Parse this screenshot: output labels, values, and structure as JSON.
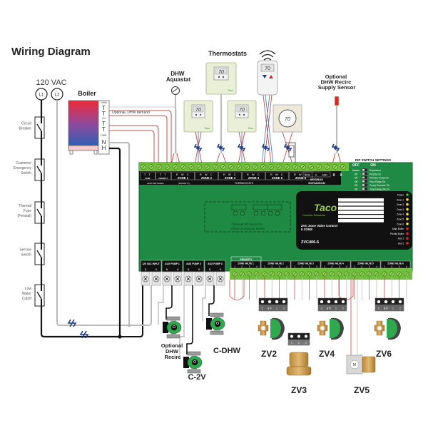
{
  "title": "Wiring Diagram",
  "power": {
    "label": "120 VAC",
    "lines": [
      "L1",
      "L2"
    ]
  },
  "safety_switches": [
    {
      "label": [
        "Circuit",
        "Breaker"
      ]
    },
    {
      "label": [
        "Customer",
        "Emergency",
        "Switch"
      ]
    },
    {
      "label": [
        "Thermal",
        "Fuse",
        "(Fenwal)"
      ]
    },
    {
      "label": [
        "Service",
        "Switch"
      ]
    },
    {
      "label": [
        "Low",
        "Water",
        "Cutoff"
      ]
    }
  ],
  "boiler": {
    "label": "Boiler",
    "terminals": [
      "DHW",
      "T",
      "T",
      "CH",
      "T",
      "T",
      "PWR",
      "N",
      "H"
    ],
    "optional_dhw_label": "Optional, DHW demand"
  },
  "devices": {
    "dhw_aquastat": [
      "DHW",
      "Aquastat"
    ],
    "thermostats_label": "Thermostats",
    "thermostat_reading": "70",
    "dhw_recirc_sensor": [
      "Optional",
      "DHW Recirc",
      "Supply Sensor"
    ]
  },
  "control": {
    "top_terminal_groups": [
      {
        "terminals": "T T",
        "label": "DHW"
      },
      {
        "terminals": "T T",
        "label": "PRIORITY"
      },
      {
        "terminals": "R W C",
        "label": "ZONE 1"
      },
      {
        "terminals": "R W C",
        "label": "ZONE 2"
      },
      {
        "terminals": "R W C",
        "label": "ZONE 3"
      },
      {
        "terminals": "R W C",
        "label": "ZONE 4"
      },
      {
        "terminals": "R W C",
        "label": "ZONE 5"
      },
      {
        "terminals": "R W C",
        "label": "ZONE 6"
      }
    ],
    "sublabels": {
      "end_switches": "END SWITCHES",
      "priority": "(PRIORITY)",
      "thermostats": "THERMOSTATS"
    },
    "modbus": {
      "terminals": [
        "COM",
        "A",
        "GND"
      ],
      "label": [
        "MODBUS",
        "EXPANSION"
      ]
    },
    "xx": [
      "X",
      "X"
    ],
    "dip": {
      "title": "DIP SWITCH SETTINGS",
      "off_label": "OFF",
      "on_label": "ON",
      "rows": [
        {
          "off": "Master",
          "on": "Expansion"
        },
        {
          "off": "Off",
          "on": "Priority On"
        },
        {
          "off": "Off",
          "on": "Primary Pump On"
        },
        {
          "off": "Off",
          "on": "Post Purge On"
        },
        {
          "off": "Off",
          "on": "Pump Exercise On"
        },
        {
          "off": "Off",
          "on": "Time Delay 3/4 ZV"
        }
      ]
    },
    "io_board": [
      "Optional I/O Board for",
      "Indoor & Outdoor Reset"
    ],
    "label_panel": {
      "brand": "Taco",
      "tagline": "Comfort Solutions",
      "product": [
        "ZVC Zone Valve Control",
        "6 ZONE"
      ],
      "model": "ZVC406-5",
      "leds": [
        {
          "label": "Power",
          "color": "#2ecc40"
        },
        {
          "label": "Zone 1",
          "color": "#f5e02a"
        },
        {
          "label": "Zone 2",
          "color": "#f5e02a"
        },
        {
          "label": "Zone 3",
          "color": "#f5e02a"
        },
        {
          "label": "Zone 4",
          "color": "#f5e02a"
        },
        {
          "label": "Zone 5",
          "color": "#f5e02a"
        },
        {
          "label": "Zone 6",
          "color": "#f5e02a"
        },
        {
          "label": "Main Boiler",
          "color": "#e02828"
        },
        {
          "label": "Priority Boiler",
          "color": "#e02828"
        },
        {
          "label": "Aux 1",
          "color": "#e02828"
        },
        {
          "label": "Aux 2",
          "color": "#e02828"
        }
      ]
    },
    "bottom_power": [
      {
        "label": "120 VAC INPUT",
        "terminals": [
          "N",
          "H"
        ]
      },
      {
        "label": "AUX PUMP 1",
        "terminals": [
          "N",
          "H"
        ]
      },
      {
        "label": "AUX PUMP 2",
        "terminals": [
          "N",
          "H"
        ]
      },
      {
        "label": "AUX PUMP 3",
        "terminals": [
          "N",
          "H"
        ]
      }
    ],
    "priority_label": "PRIORITY",
    "zone_valves": [
      {
        "label": "ZONE VALVE 1",
        "terminals": [
          "1",
          "2",
          "3",
          "4"
        ]
      },
      {
        "label": "ZONE VALVE 2",
        "terminals": [
          "1",
          "2",
          "3",
          "4"
        ]
      },
      {
        "label": "ZONE VALVE 3",
        "terminals": [
          "1",
          "2",
          "3",
          "4"
        ]
      },
      {
        "label": "ZONE VALVE 4",
        "terminals": [
          "1",
          "2",
          "3",
          "4"
        ]
      },
      {
        "label": "ZONE VALVE 5",
        "terminals": [
          "1",
          "2",
          "3",
          "4"
        ]
      },
      {
        "label": "ZONE VALVE 6",
        "terminals": [
          "1",
          "2",
          "3",
          "4"
        ]
      }
    ]
  },
  "pumps": {
    "optional_dhw_recirc": [
      "Optional",
      "DHW",
      "Recirc"
    ],
    "c_2v": "C-2V",
    "c_dhw": "C-DHW"
  },
  "valves": {
    "labels": [
      "ZV2",
      "ZV3",
      "ZV4",
      "ZV5",
      "ZV6"
    ],
    "terminal_labels": [
      "C",
      "NTF",
      "1",
      "2"
    ],
    "motor_label": "M"
  },
  "colors": {
    "board_green": "#1f8a44",
    "terminal_green": "#6fbf3a",
    "panel_black": "#111111",
    "wire_red": "#c0504d",
    "wire_blue": "#4f81bd",
    "wire_gray": "#bdbdbd",
    "wire_black": "#111111",
    "break_blue": "#1f3c88"
  }
}
